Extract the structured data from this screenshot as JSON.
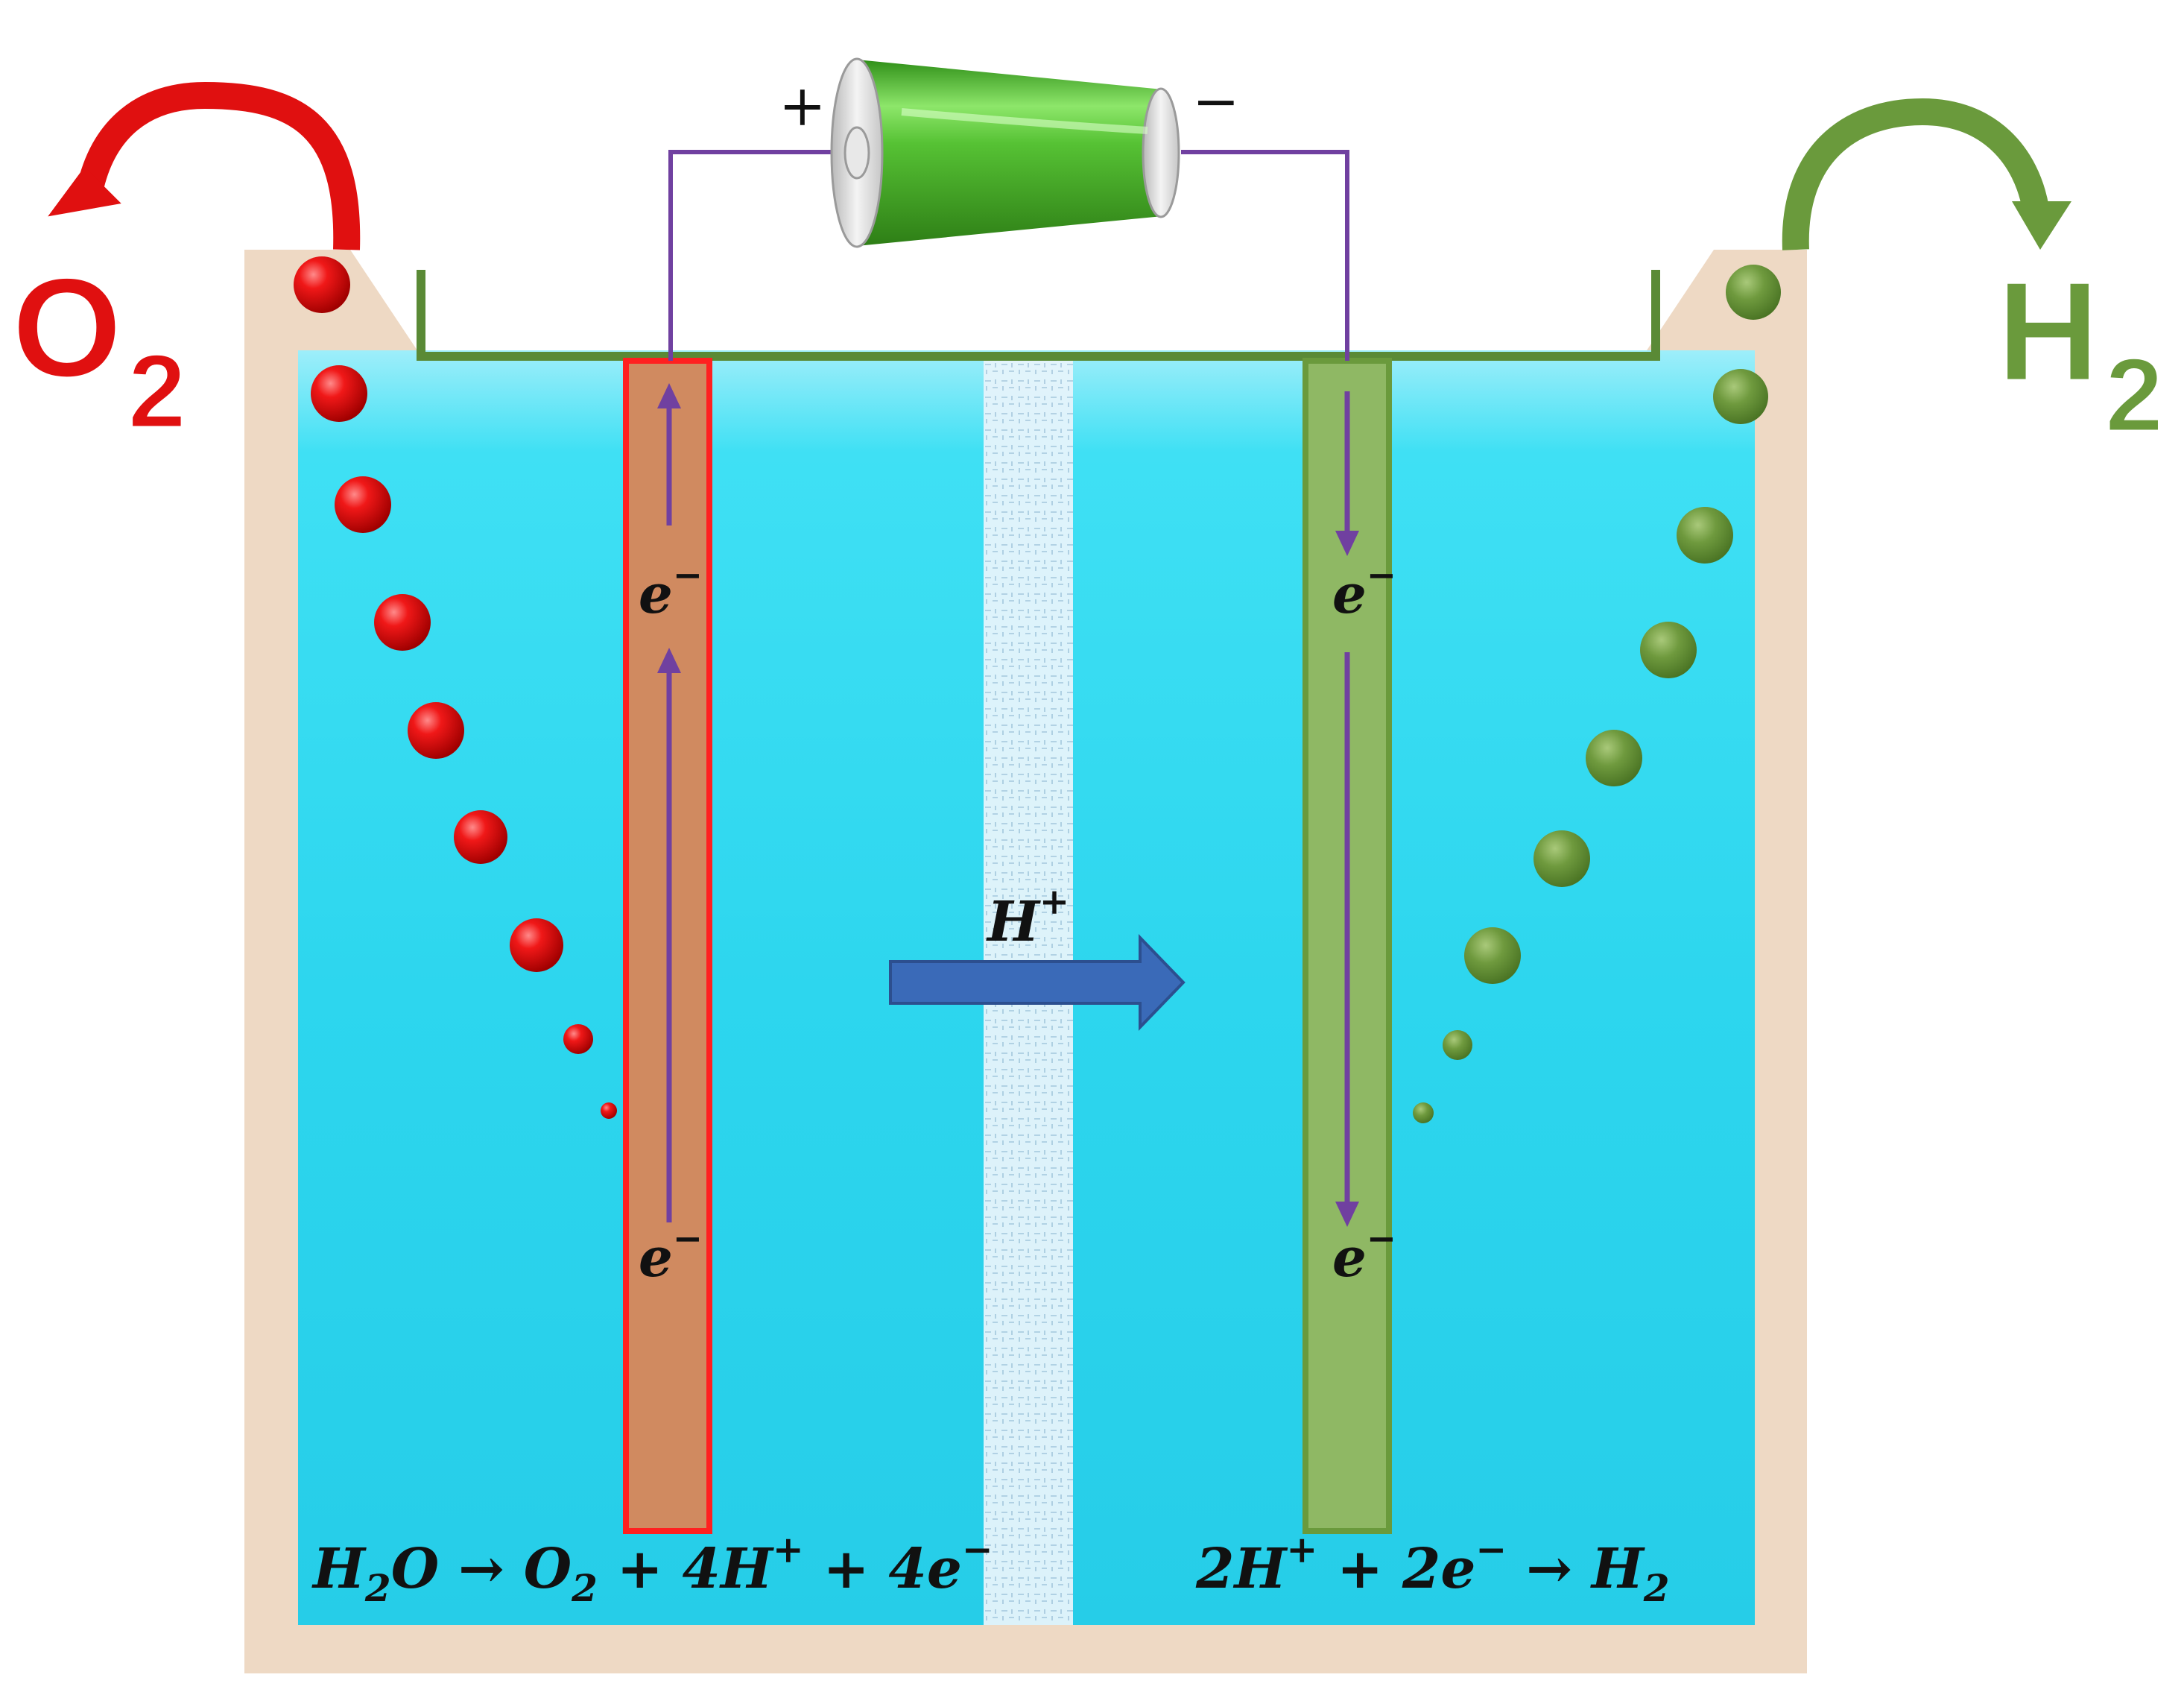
{
  "colors": {
    "oxygen": "#e01010",
    "hydrogen": "#6a9a3c",
    "water": "#22d4ee",
    "container": "#eed9c4",
    "anode_fill": "#d08a60",
    "anode_border": "#ff2020",
    "cathode_fill": "#8fb864",
    "cathode_border": "#6a9a3c",
    "wire": "#7040a0",
    "holder": "#5a8a36",
    "proton_arrow": "#3a6ab8",
    "battery": "#4bb82a"
  },
  "labels": {
    "o2_main": "O",
    "o2_sub": "2",
    "h2_main": "H",
    "h2_sub": "2",
    "plus": "+",
    "minus": "−",
    "electron": "e",
    "electron_sup": "−",
    "proton": "H",
    "proton_sup": "+"
  },
  "equations": {
    "anode": [
      {
        "t": "H"
      },
      {
        "t": "2",
        "sub": true
      },
      {
        "t": "O → O"
      },
      {
        "t": "2",
        "sub": true
      },
      {
        "t": " + 4H"
      },
      {
        "t": "+",
        "sup": true
      },
      {
        "t": " + 4e"
      },
      {
        "t": "−",
        "sup": true
      }
    ],
    "cathode": [
      {
        "t": "2H"
      },
      {
        "t": "+",
        "sup": true
      },
      {
        "t": " + 2e"
      },
      {
        "t": "−",
        "sup": true
      },
      {
        "t": " → H"
      },
      {
        "t": "2",
        "sub": true
      }
    ]
  },
  "icons": [
    "battery-icon",
    "oxygen-release-arrow-icon",
    "hydrogen-release-arrow-icon",
    "proton-flow-arrow-icon"
  ]
}
